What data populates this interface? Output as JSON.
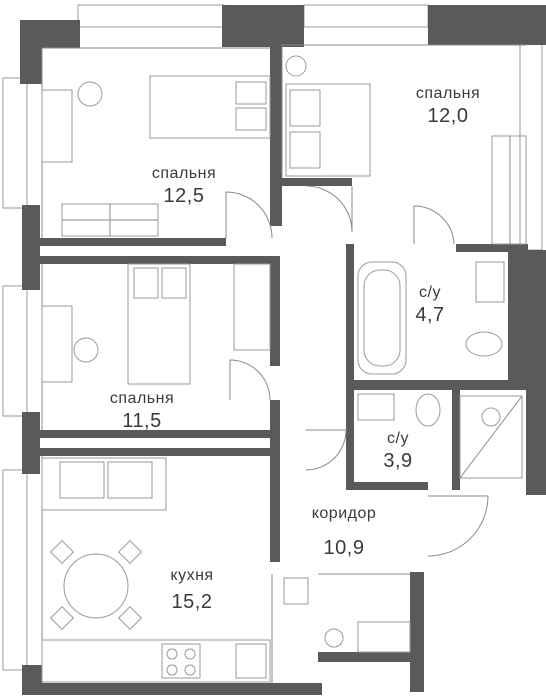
{
  "rooms": {
    "bedroom_1": {
      "name": "спальня",
      "area": "12,0"
    },
    "bedroom_2": {
      "name": "спальня",
      "area": "12,5"
    },
    "bedroom_3": {
      "name": "спальня",
      "area": "11,5"
    },
    "bathroom_1": {
      "name": "с/у",
      "area": "4,7"
    },
    "bathroom_2": {
      "name": "с/у",
      "area": "3,9"
    },
    "corridor": {
      "name": "коридор",
      "area": "10,9"
    },
    "kitchen": {
      "name": "кухня",
      "area": "15,2"
    }
  },
  "colors": {
    "wall": "#5a5a5a",
    "line": "#8a8a8a",
    "text": "#3a3a3a"
  }
}
